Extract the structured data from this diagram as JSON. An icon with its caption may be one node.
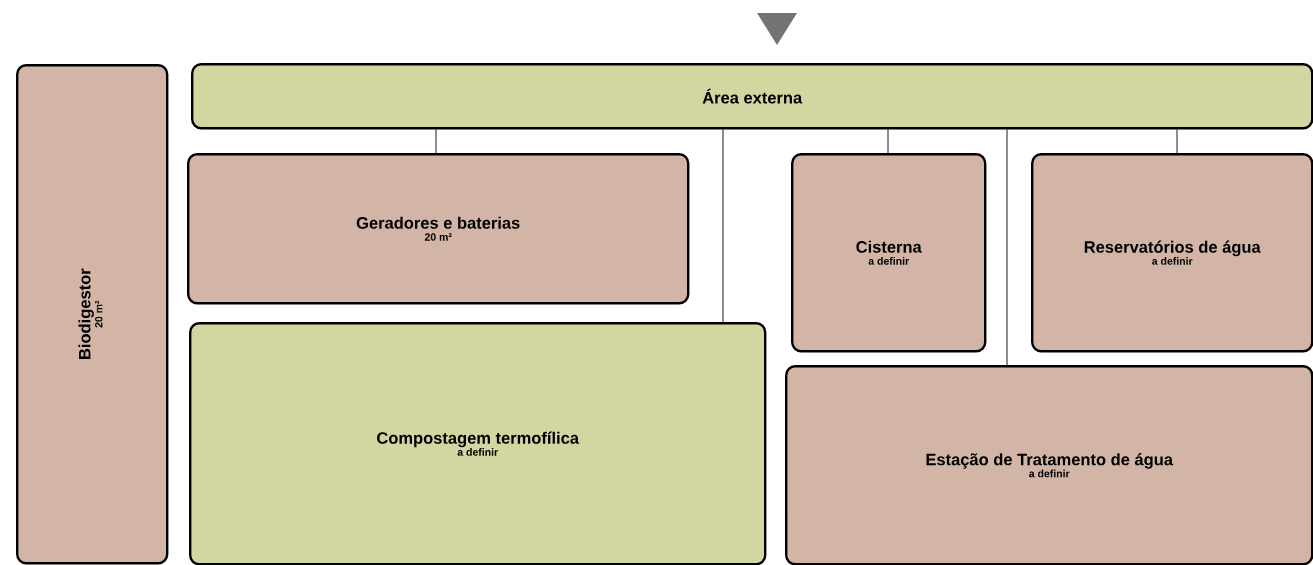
{
  "diagram": {
    "nodes": [
      {
        "text": [
          "Biodigestor",
          "20 m²"
        ]
      },
      {
        "text": [
          "Área externa"
        ]
      },
      {
        "text": [
          "Geradores e baterias",
          "20 m²"
        ]
      },
      {
        "text": [
          "Cisterna",
          "a definir"
        ]
      },
      {
        "text": [
          "Reservatórios de água",
          "a definir"
        ]
      },
      {
        "text": [
          "Compostagem termofílica",
          "a definir"
        ]
      },
      {
        "text": [
          "Estação de Tratamento de água",
          "a definir"
        ]
      }
    ],
    "edges": [
      {
        "from": 1,
        "to": 2,
        "arrow": "none"
      },
      {
        "from": 1,
        "to": 5,
        "arrow": "none"
      },
      {
        "from": 1,
        "to": 3,
        "arrow": "none"
      },
      {
        "from": 1,
        "to": 6,
        "arrow": "none"
      },
      {
        "from": 1,
        "to": 4,
        "arrow": "none"
      }
    ]
  }
}
